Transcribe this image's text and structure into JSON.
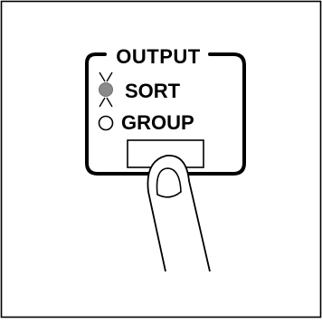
{
  "panel": {
    "title": "OUTPUT",
    "options": [
      {
        "label": "SORT",
        "state": "active",
        "indicator": "lit-led-icon"
      },
      {
        "label": "GROUP",
        "state": "inactive",
        "indicator": "unlit-led-icon"
      }
    ],
    "button": "output-select-button"
  },
  "gesture": {
    "icon": "finger-press-icon",
    "action": "press"
  },
  "colors": {
    "ink": "#000000",
    "paper": "#ffffff",
    "led_on": "#8a8a8a",
    "led_off": "#ffffff"
  }
}
